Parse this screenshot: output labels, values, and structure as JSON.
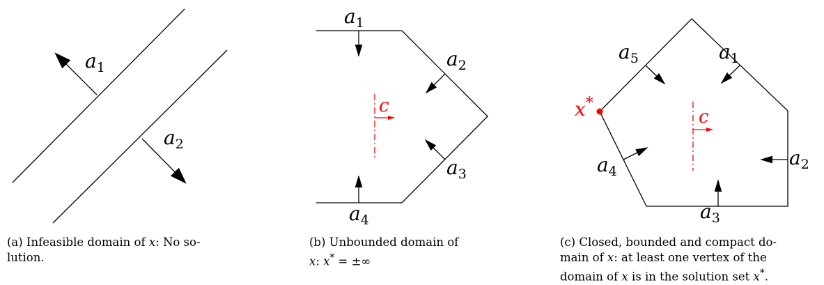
{
  "colors": {
    "ink": "#000000",
    "highlight": "#ff0000"
  },
  "panels": [
    {
      "id": "a",
      "vector_labels": [
        {
          "base": "a",
          "sub": "1"
        },
        {
          "base": "a",
          "sub": "2"
        }
      ],
      "caption": {
        "line1_pre": "(a) Infeasible domain of ",
        "line1_var": "x",
        "line1_post": ": No so-",
        "line2": "lution."
      }
    },
    {
      "id": "b",
      "vector_labels": [
        {
          "base": "a",
          "sub": "1"
        },
        {
          "base": "a",
          "sub": "2"
        },
        {
          "base": "a",
          "sub": "3"
        },
        {
          "base": "a",
          "sub": "4"
        }
      ],
      "objective_label": "c",
      "caption": {
        "line1": "(b) Unbounded domain of",
        "line2_var": "x",
        "line2_colon": ": ",
        "line2_x": "x",
        "line2_star": "*",
        "line2_rest": " = ±∞"
      }
    },
    {
      "id": "c",
      "vector_labels": [
        {
          "base": "a",
          "sub": "1"
        },
        {
          "base": "a",
          "sub": "2"
        },
        {
          "base": "a",
          "sub": "3"
        },
        {
          "base": "a",
          "sub": "4"
        },
        {
          "base": "a",
          "sub": "5"
        }
      ],
      "objective_label": "c",
      "optimum_label": {
        "base": "x",
        "sup": "*"
      },
      "caption": {
        "line1": "(c) Closed, bounded and compact do-",
        "line2_pre": "main of ",
        "line2_var": "x",
        "line2_post": ": at least one vertex of the",
        "line3_pre": "domain of ",
        "line3_var": "x",
        "line3_mid": " is in the solution set ",
        "line3_x": "x",
        "line3_star": "*",
        "line3_end": "."
      }
    }
  ]
}
